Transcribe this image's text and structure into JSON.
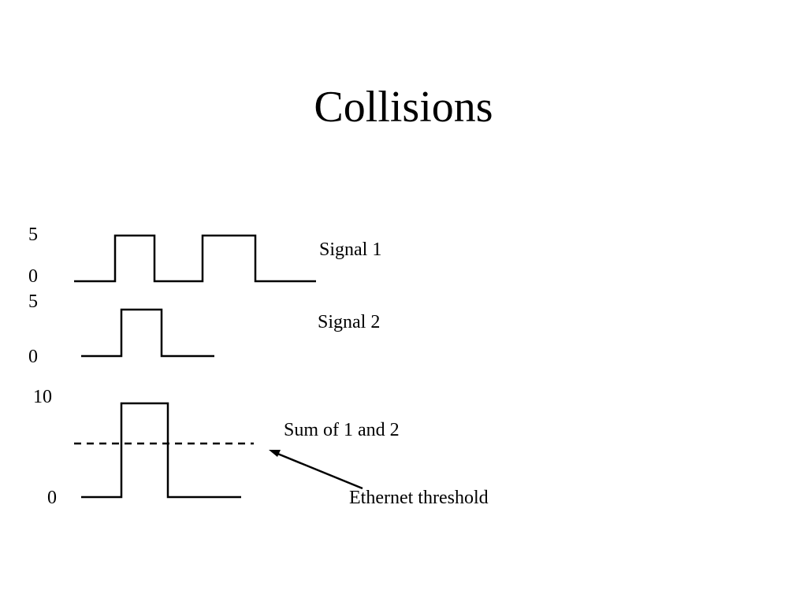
{
  "slide": {
    "title": "Collisions"
  },
  "signal1": {
    "label": "Signal 1",
    "axis_high": "5",
    "axis_low": "0"
  },
  "signal2": {
    "label": "Signal 2",
    "axis_high": "5",
    "axis_low": "0"
  },
  "sum": {
    "label": "Sum of 1 and 2",
    "axis_high": "10",
    "axis_low": "0"
  },
  "threshold": {
    "label": "Ethernet threshold"
  },
  "colors": {
    "background": "#ffffff",
    "ink": "#000000"
  }
}
